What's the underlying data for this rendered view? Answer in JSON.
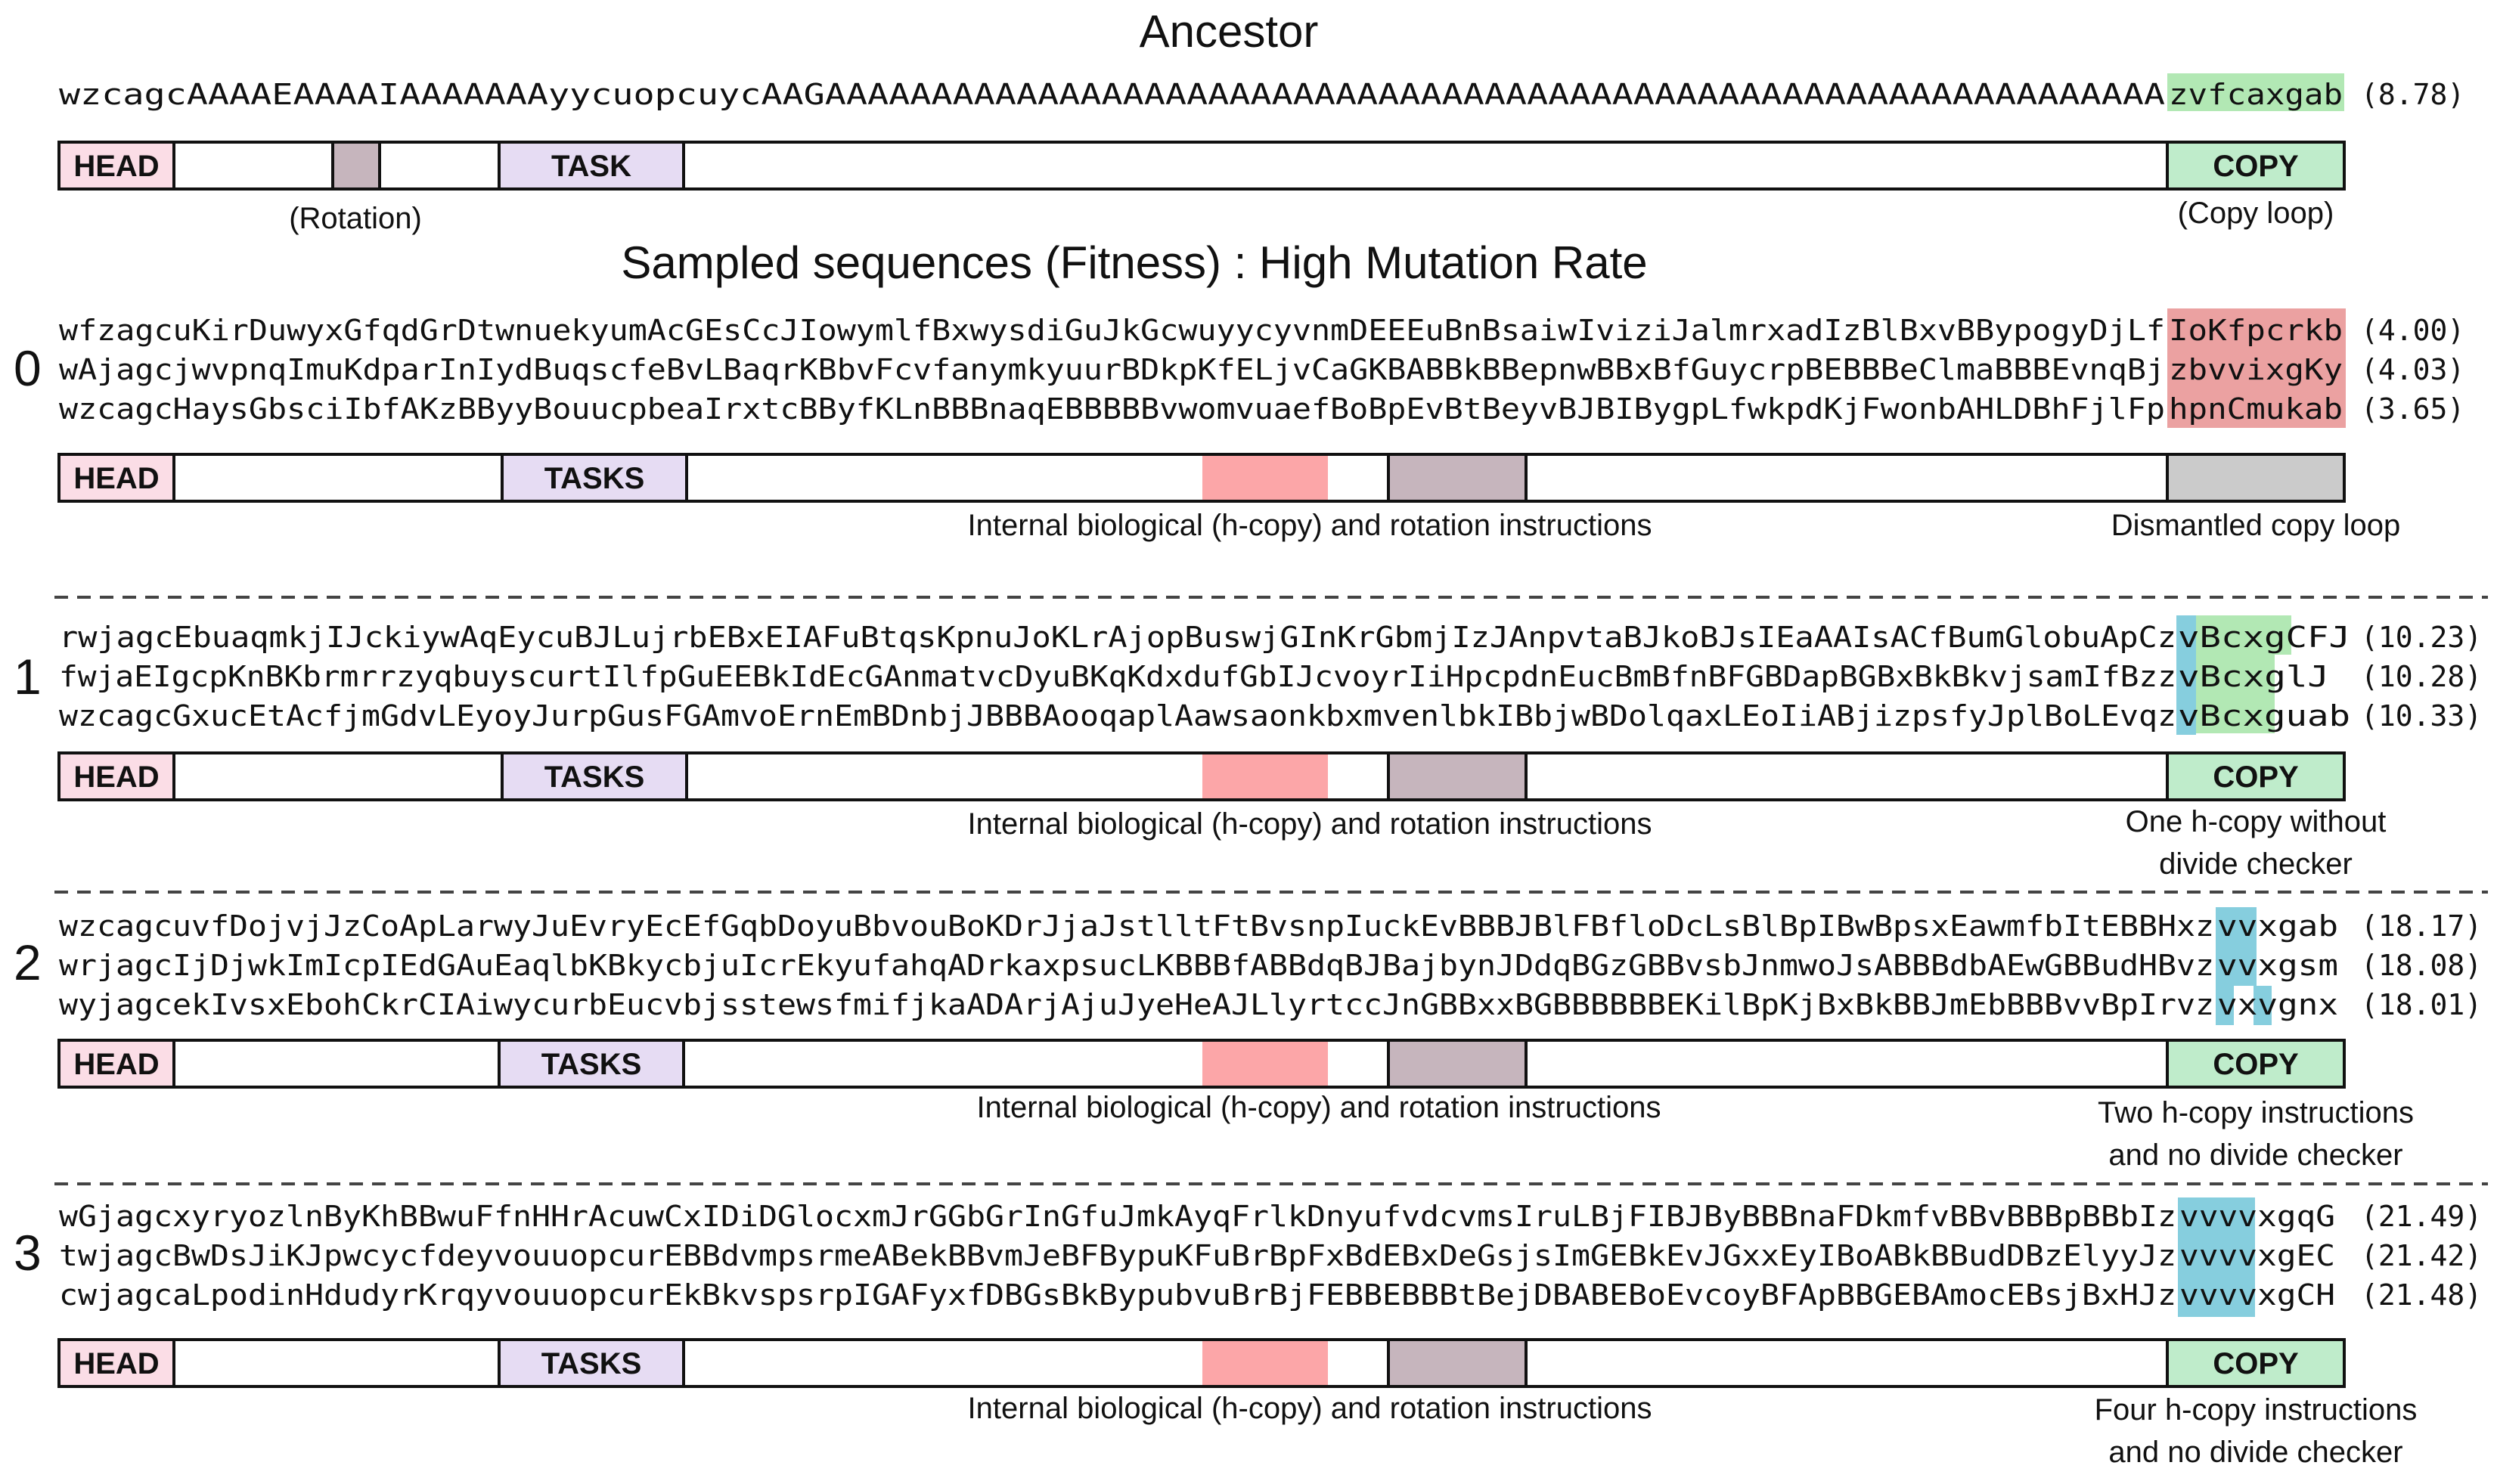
{
  "title_ancestor": "Ancestor",
  "title_sampled": "Sampled sequences (Fitness) : High Mutation Rate",
  "colors": {
    "head": "#fbdde6",
    "task": "#e6dcf3",
    "copy": "#bfeccb",
    "rotation": "#c6b5bd",
    "hcopy": "#fca6a8",
    "dismantled": "#cbcbcb",
    "highlight_red": "#eba1a1",
    "highlight_green": "#b2e8b4",
    "highlight_blue": "#86cede"
  },
  "ancestor": {
    "sequence_main": "wzcagcAAAAEAAAAIAAAAAAAyycuopcuycAAGAAAAAAAAAAAAAAAAAAAAAAAAAAAAAAAAAAAAAAAAAAAAAAAAAAAAAAAAAAAAAAA",
    "sequence_copy": "zvfcaxgab",
    "fitness": "(8.78)",
    "head_label": "HEAD",
    "task_label": "TASK",
    "copy_label": "COPY",
    "rotation_caption": "(Rotation)",
    "copy_caption": "(Copy loop)"
  },
  "groups": [
    {
      "index": "0",
      "sequences": [
        {
          "main": "wfzagcuKirDuwyxGfqdGrDtwnuekyumAcGEsCcJIowymlfBxwysdiGuJkGcwuyycyvnmDEEEuBnBsaiwIviziJalmrxadIzBlBxvBBypogyDjLf",
          "tail": "IoKfpcrkb",
          "fitness": "(4.00)"
        },
        {
          "main": "wAjagcjwvpnqImuKdparInIydBuqscfeBvLBaqrKBbvFcvfanymkyuurBDkpKfELjvCaGKBABBkBBepnwBBxBfGuycrpBEBBBeClmaBBBEvnqBj",
          "tail": "zbvvixgKy",
          "fitness": "(4.03)"
        },
        {
          "main": "wzcagcHaysGbsciIbfAKzBByyBouucpbeaIrxtcBByfKLnBBBnaqEBBBBBvwomvuaefBoBpEvBtBeyvBJBIBygpLfwkpdKjFwonbAHLDBhFjlFp",
          "tail": "hpnCmukab",
          "fitness": "(3.65)"
        }
      ],
      "head_label": "HEAD",
      "task_label": "TASKS",
      "copy_label": "",
      "mid_caption": "Internal biological (h-copy) and rotation instructions",
      "right_caption_1": "Dismantled copy loop",
      "right_caption_2": ""
    },
    {
      "index": "1",
      "sequences": [
        {
          "main": "rwjagcEbuaqmkjIJckiywAqEycuBJLujrbEBxEIAFuBtqsKpnuJoKLrAjopBuswjGInKrGbmjIzJAnpvtaBJkoBJsIEaAAIsACfBumGlobuApCz",
          "tail": "vBcxgCFJ",
          "fitness": "(10.23)"
        },
        {
          "main": "fwjaEIgcpKnBKbrmrrzyqbuyscurtIlfpGuEEBkIdEcGAnmatvcDyuBKqKdxdufGbIJcvoyrIiHpcpdnEucBmBfnBFGBDapBGBxBkBkvjsamIfBzz",
          "tail": "vBcxglJ",
          "fitness": "(10.28)"
        },
        {
          "main": "wzcagcGxucEtAcfjmGdvLEyoyJurpGusFGAmvoErnEmBDnbjJBBBAooqaplAawsaonkbxmvenlbkIBbjwBDolqaxLEoIiABjizpsfyJplBoLEvqz",
          "tail": "vBcxguab",
          "fitness": "(10.33)"
        }
      ],
      "head_label": "HEAD",
      "task_label": "TASKS",
      "copy_label": "COPY",
      "mid_caption": "Internal biological (h-copy) and rotation instructions",
      "right_caption_1": "One h-copy without",
      "right_caption_2": "divide checker"
    },
    {
      "index": "2",
      "sequences": [
        {
          "main": "wzcagcuvfDojvjJzCoApLarwyJuEvryEcEfGqbDoyuBbvouBoKDrJjaJstlltFtBvsnpIuckEvBBBJBlFBfloDcLsBlBpIBwBpsxEawmfbItEBBHxz",
          "tail": "vvxgab",
          "fitness": "(18.17)"
        },
        {
          "main": "wrjagcIjDjwkImIcpIEdGAuEaqlbKBkycbjuIcrEkyufahqADrkaxpsucLKBBBfABBdqBJBajbynJDdqBGzGBBvsbJnmwoJsABBBdbAEwGBBudHBvz",
          "tail": "vvxgsm",
          "fitness": "(18.08)"
        },
        {
          "main": "wyjagcekIvsxEbohCkrCIAiwycurbEucvbjsstewsfmifjkaADArjAjuJyeHeAJLlyrtccJnGBBxxBGBBBBBBEKilBpKjBxBkBBJmEbBBBvvBpIrvz",
          "tail": "vxvgnx",
          "fitness": "(18.01)"
        }
      ],
      "head_label": "HEAD",
      "task_label": "TASKS",
      "copy_label": "COPY",
      "mid_caption": "Internal biological (h-copy) and rotation instructions",
      "right_caption_1": "Two h-copy instructions",
      "right_caption_2": "and no divide checker"
    },
    {
      "index": "3",
      "sequences": [
        {
          "main": "wGjagcxyryozlnByKhBBwuFfnHHrAcuwCxIDiDGlocxmJrGGbGrInGfuJmkAyqFrlkDnyufvdcvmsIruLBjFIBJByBBBnaFDkmfvBBvBBBpBBbIz",
          "tail": "vvvvxgqG",
          "fitness": "(21.49)"
        },
        {
          "main": "twjagcBwDsJiKJpwcycfdeyvouuopcurEBBdvmpsrmeABekBBvmJeBFBypuKFuBrBpFxBdEBxDeGsjsImGEBkEvJGxxEyIBoABkBBudDBzElyyJz",
          "tail": "vvvvxgEC",
          "fitness": "(21.42)"
        },
        {
          "main": "cwjagcaLpodinHdudyrKrqyvouuopcurEkBkvspsrpIGAFyxfDBGsBkBypubvuBrBjFEBBEBBBtBejDBABEBoEvcoyBFApBBGEBAmocEBsjBxHJz",
          "tail": "vvvvxgCH",
          "fitness": "(21.48)"
        }
      ],
      "head_label": "HEAD",
      "task_label": "TASKS",
      "copy_label": "COPY",
      "mid_caption": "Internal biological (h-copy) and rotation instructions",
      "right_caption_1": "Four h-copy instructions",
      "right_caption_2": "and no divide checker"
    }
  ]
}
